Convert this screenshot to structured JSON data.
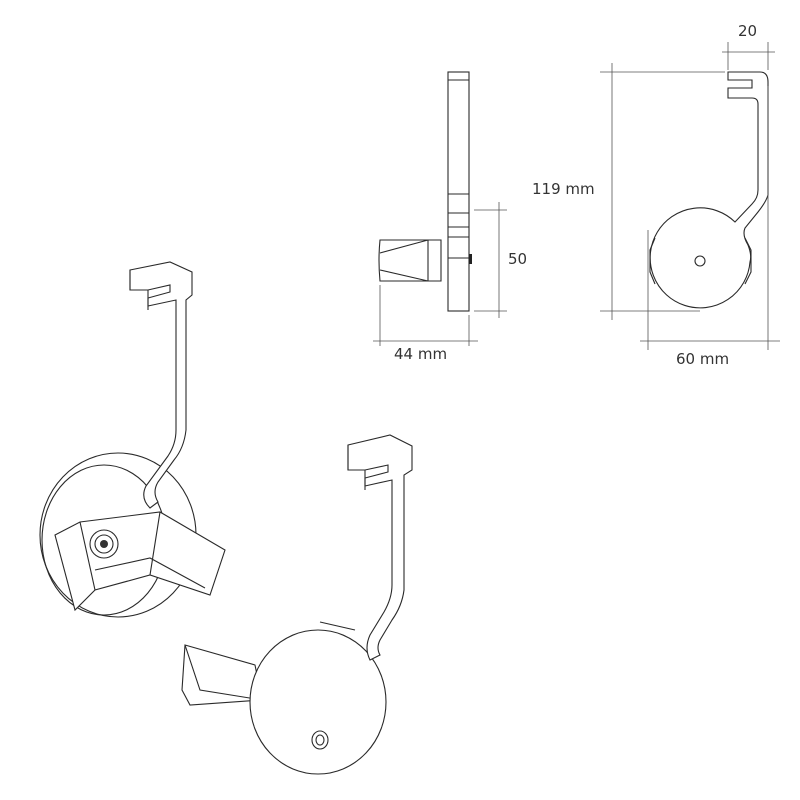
{
  "dimensions": {
    "hook_width": "20",
    "height": "119 mm",
    "knob_height": "50",
    "depth": "44 mm",
    "width": "60 mm"
  }
}
